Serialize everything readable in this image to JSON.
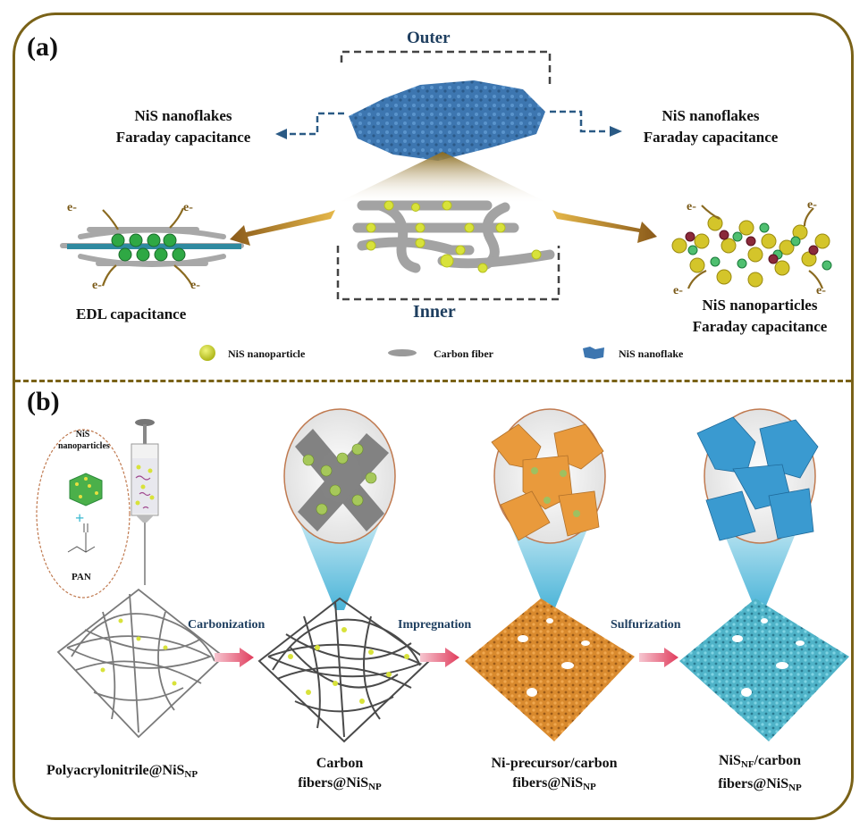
{
  "panel_a": {
    "label": "(a)",
    "outer_label": "Outer",
    "inner_label": "Inner",
    "left_top": {
      "line1": "NiS nanoflakes",
      "line2": "Faraday capacitance"
    },
    "right_top": {
      "line1": "NiS nanoflakes",
      "line2": "Faraday capacitance"
    },
    "edl_label": "EDL capacitance",
    "np_label": {
      "line1": "NiS nanoparticles",
      "line2": "Faraday capacitance"
    },
    "electron": "e-",
    "legend": [
      {
        "icon": "nis-nanoparticle-icon",
        "label": "NiS nanoparticle"
      },
      {
        "icon": "carbon-fiber-icon",
        "label": "Carbon fiber"
      },
      {
        "icon": "nis-nanoflake-icon",
        "label": "NiS nanoflake"
      }
    ]
  },
  "panel_b": {
    "label": "(b)",
    "inset": {
      "title_line1": "NiS",
      "title_line2": "nanoparticles",
      "plus": "+",
      "polymer": "PAN"
    },
    "steps": [
      "Carbonization",
      "Impregnation",
      "Sulfurization"
    ],
    "stages": [
      {
        "line1": "Polyacrylonitrile@NiS",
        "sub1": "NP",
        "line2": "",
        "sub2": ""
      },
      {
        "line1": "Carbon",
        "sub1": "",
        "line2": "fibers@NiS",
        "sub2": "NP"
      },
      {
        "line1": "Ni-precursor/carbon",
        "sub1": "",
        "line2": "fibers@NiS",
        "sub2": "NP"
      },
      {
        "line1": "NiS",
        "sub1": "NF",
        "line1b": "/carbon",
        "line2": "fibers@NiS",
        "sub2": "NP"
      }
    ]
  },
  "colors": {
    "frame": "#7a6218",
    "navy": "#1f3f60",
    "nanoflake_blue": "#3d76b0",
    "fiber_gray": "#8a8a8a",
    "nanoparticle_yellow": "#d8e23a",
    "precursor_orange": "#d98a2e",
    "nisnf_cyan": "#4fb3c8",
    "arrow_pink": "#e04060",
    "arrow_gold": "#c08a2a"
  }
}
